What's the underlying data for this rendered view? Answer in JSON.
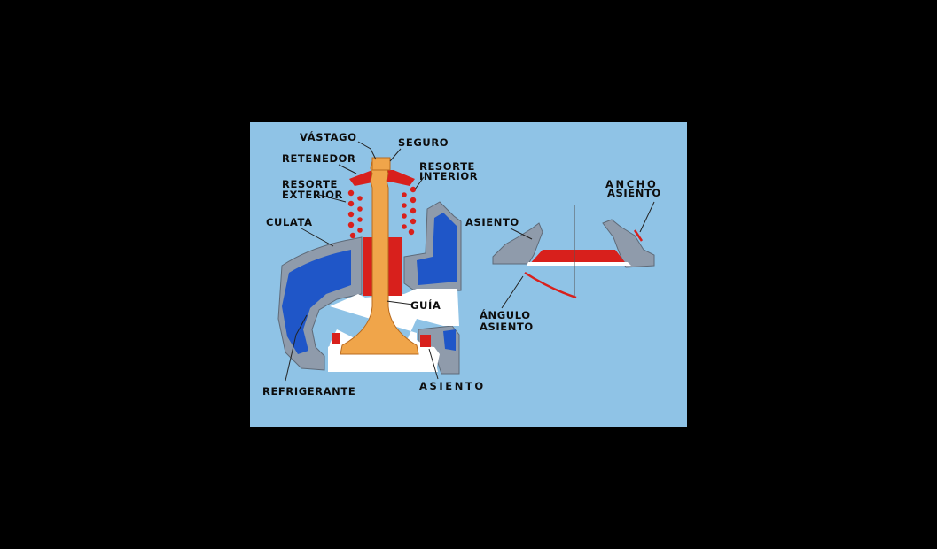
{
  "labels": {
    "vastago": "VÁSTAGO",
    "seguro": "SEGURO",
    "retenedor": "RETENEDOR",
    "resorte_interior_1": "RESORTE",
    "resorte_interior_2": "INTERIOR",
    "resorte_exterior_1": "RESORTE",
    "resorte_exterior_2": "EXTERIOR",
    "culata": "CULATA",
    "guia": "GUÍA",
    "refrigerante": "REFRIGERANTE",
    "asiento_bottom": "ASIENTO",
    "asiento_right": "ASIENTO",
    "ancho_asiento_1": "ANCHO",
    "ancho_asiento_2": "ASIENTO",
    "angulo_asiento_1": "ÁNGULO",
    "angulo_asiento_2": "ASIENTO"
  },
  "colors": {
    "background": "#000000",
    "panel": "#8fc3e6",
    "coolant": "#1f56c8",
    "head_metal": "#8f9bab",
    "spring_seat": "#d8201c",
    "valve": "#f0a54a",
    "chamber": "#ffffff"
  }
}
